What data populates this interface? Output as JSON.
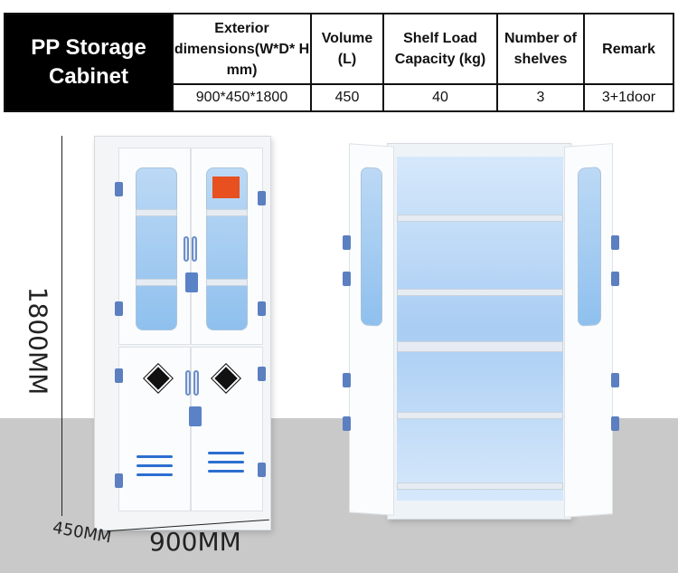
{
  "spec_table": {
    "title": "PP Storage Cabinet",
    "headers": [
      "Exterior dimensions(W*D* H mm)",
      "Volume (L)",
      "Shelf Load Capacity (kg)",
      "Number of shelves",
      "Remark"
    ],
    "values": [
      "900*450*1800",
      "450",
      "40",
      "3",
      "3+1door"
    ]
  },
  "dimensions": {
    "height": "1800MM",
    "width": "900MM",
    "depth": "450MM"
  }
}
